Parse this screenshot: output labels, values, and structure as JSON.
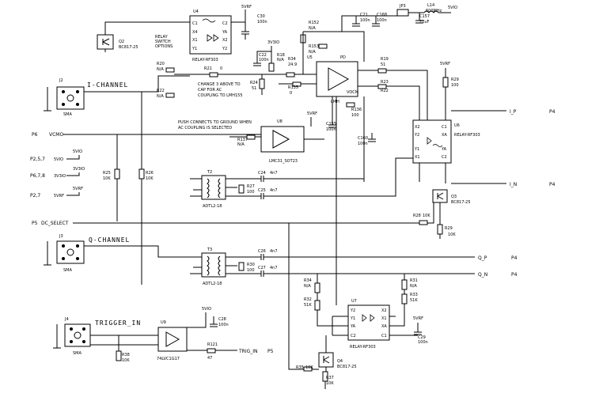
{
  "labels": {
    "i_channel": "I-CHANNEL",
    "q_channel": "Q-CHANNEL",
    "trigger_in": "TRIGGER_IN",
    "note1": "CHANGE 3 ABOVE TO",
    "note2": "CAP FOR AC",
    "note3": "COUPLING TO LMH155",
    "note4": "PUSH CONNECTS TO GROUND WHEN",
    "note5": "AC COUPLING IS SELECTED"
  },
  "parts": {
    "u4": "U4",
    "u4_name": "RELAY-RF303",
    "u4_pins": [
      "C1",
      "X4",
      "X1",
      "Y1",
      "C2",
      "YA",
      "X2",
      "Y2"
    ],
    "relay_txt": [
      "RELAY",
      "SWITCH",
      "OPTIONS"
    ],
    "q2": "Q2",
    "q2_name": "BC817-25",
    "c30": "C30",
    "c30v": "100n",
    "c22": "C22",
    "c22v": "100n",
    "r18": "R18",
    "r18v": "N/A",
    "r21": "R21",
    "r21v": "0",
    "r20": "R20",
    "r20v": "N/A",
    "r22": "R22",
    "r22v": "N/A",
    "r24": "R24",
    "r24v": "51",
    "r34": "R34",
    "r34v": "24.9",
    "r152": "R152",
    "r152v": "N/A",
    "r153": "R153",
    "r153v": "N/A",
    "r135": "R135",
    "r135v": "0",
    "u5": "U5",
    "u5_name": "LMH",
    "u5_pins": [
      "VOCM",
      "PD"
    ],
    "c21": "C21",
    "c21v": "100n",
    "c168": "C168",
    "c168v": "100n",
    "jp3": "JP3",
    "l14": "L14",
    "l14v": "600MHz",
    "c157": "C157",
    "c157v": "22uF",
    "r19": "R19",
    "r19v": "51",
    "r23": "R23",
    "r23v": "R22",
    "r136": "R136",
    "r136v": "100",
    "c155": "C155",
    "c155v": "100n",
    "c160": "C160",
    "c160v": "100n",
    "r29": "R29",
    "r29v": "100",
    "u6": "U6",
    "u6_name": "RELAY-RF303",
    "u6_pins": [
      "X2",
      "Y2",
      "Y1",
      "X1",
      "C1",
      "XA",
      "YA",
      "C2"
    ],
    "u8": "U8",
    "u8_name": "LMC31_SOT23",
    "r137": "R137",
    "r137v": "N/A",
    "c24": "C24",
    "c24v": "4n7",
    "c25": "C25",
    "c25v": "4n7",
    "r27": "R27",
    "r27v": "100",
    "t2": "T2",
    "t2_name": "ADTL2-18",
    "t3": "T3",
    "t3_name": "ADTL2-18",
    "r25": "R25",
    "r25v": "10K",
    "r26": "R26",
    "r26v": "10K",
    "q3": "Q3",
    "q3_name": "BC817-25",
    "r28": "R28",
    "r28v": "10K",
    "r29b": "R29",
    "r29bv": "10K",
    "j2": "J2",
    "j2_name": "SMA",
    "j3": "J3",
    "j3_name": "SMA",
    "j4": "J4",
    "j4_name": "SMA",
    "c26": "C26",
    "c26v": "4n7",
    "c27": "C27",
    "c27v": "4n7",
    "r30": "R30",
    "r30v": "100",
    "r31": "R31",
    "r31v": "N/A",
    "r32": "R32",
    "r32v": "51K",
    "r33": "R33",
    "r33v": "51K",
    "r34b": "R34",
    "r34bv": "N/A",
    "u7": "U7",
    "u7_name": "RELAY-RF303",
    "u7_pins": [
      "Y2",
      "X2",
      "Y1",
      "X1",
      "YA",
      "XA",
      "C2",
      "C1"
    ],
    "c29": "C29",
    "c29v": "100n",
    "q4": "Q4",
    "q4_name": "BC817-25",
    "r35": "R35",
    "r35v": "10K",
    "r37": "R37",
    "r37v": "10K",
    "u9": "U9",
    "u9_name": "74LVC1G17",
    "c28": "C28",
    "c28v": "100n",
    "r38": "R38",
    "r38v": "10K",
    "r121": "R121",
    "r121v": "47"
  },
  "nets": {
    "p6": "P6",
    "vcmo": "VCMO",
    "p2": "P2,5,7",
    "p6b": "P6,7,8",
    "p27": "P2,7",
    "p5": "P5",
    "dc_select": "DC_SELECT",
    "i_p": "I_P",
    "i_n": "I_N",
    "q_p": "Q_P",
    "q_n": "Q_N",
    "p4a": "P4",
    "p4b": "P4",
    "p4c": "P4",
    "p4d": "P4",
    "trig": "TRIG_IN",
    "p5b": "P5",
    "v5vf": "5VRF",
    "v5vio": "5VIO",
    "v3v3": "3V3IO",
    "v5vrf2": "5VRF",
    "v5vrf3": "5VRF",
    "v5vrf4": "5VRF",
    "v5vrf5": "5VRF",
    "v3v3b": "3V3IO",
    "v5vio2": "5VIO",
    "n_5vio": "5VIO",
    "n_3v3": "3V3IO",
    "n_5vrf": "5VRF",
    "n_5vio2": "5VIO"
  }
}
